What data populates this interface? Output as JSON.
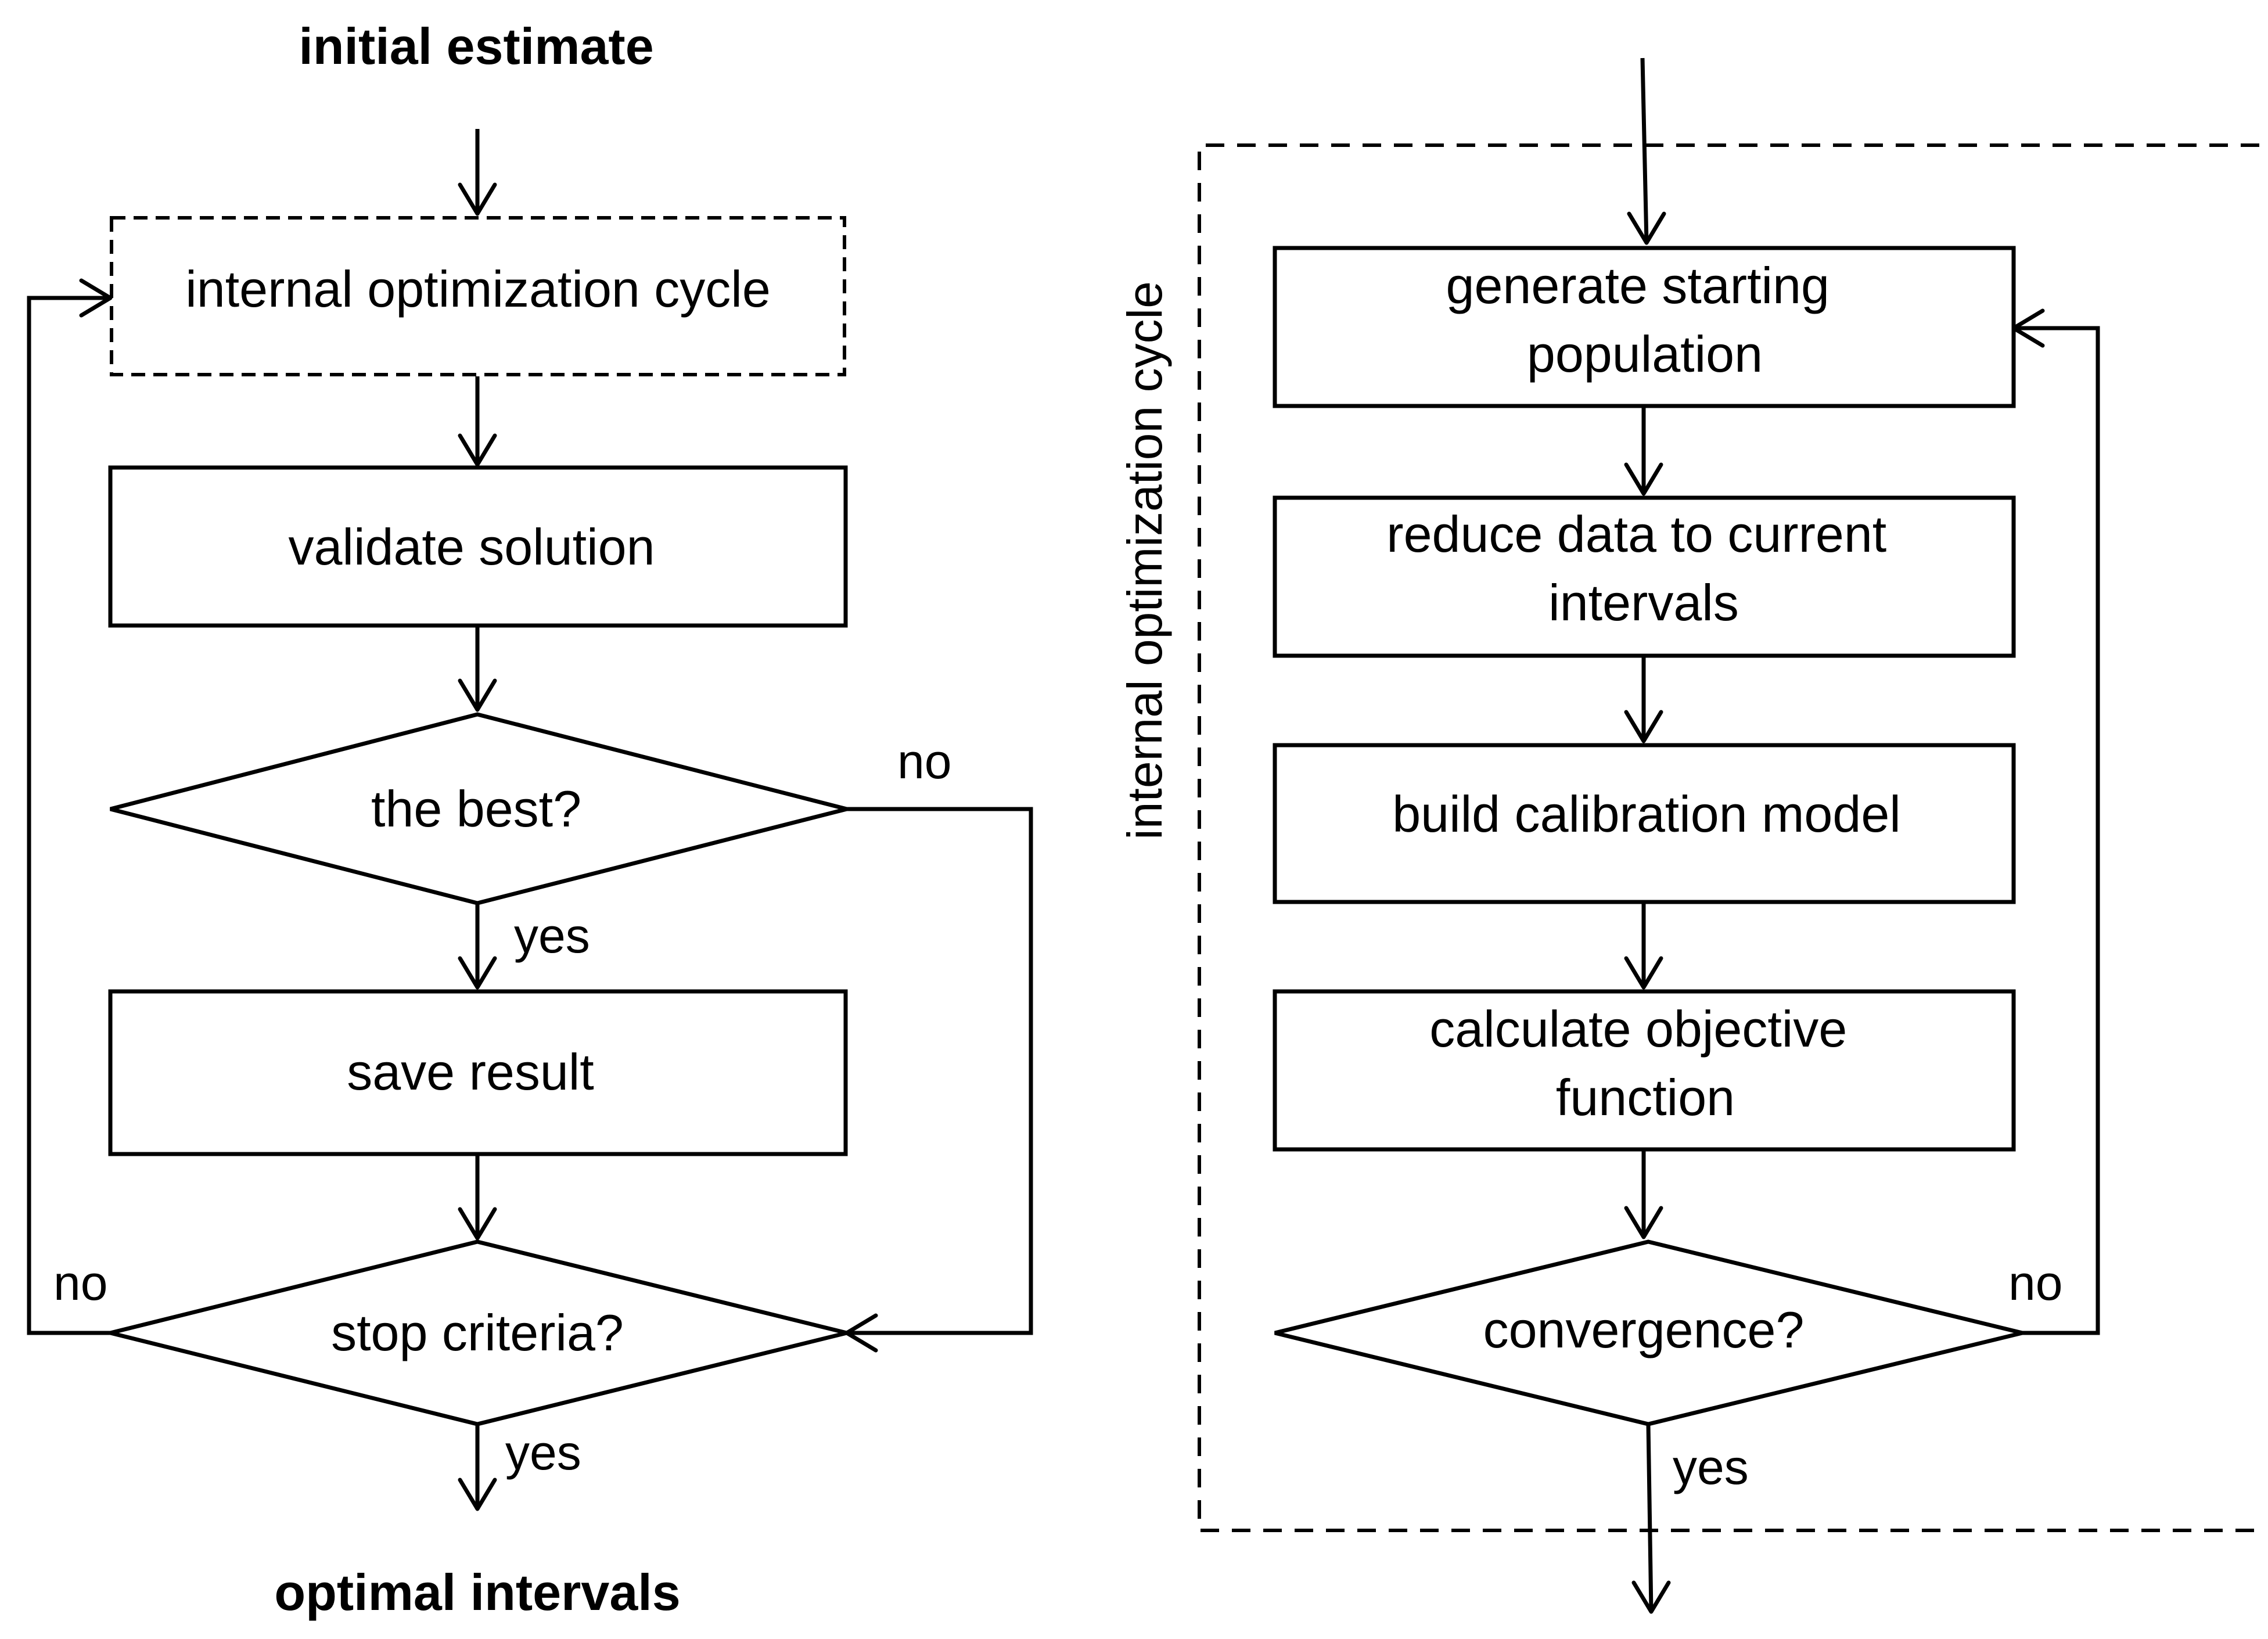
{
  "left_flow": {
    "start_label": "initial estimate",
    "end_label": "optimal intervals",
    "nodes": {
      "internal_cycle": "internal optimization cycle",
      "validate": "validate solution",
      "best_decision": "the best?",
      "save": "save result",
      "stop_decision": "stop criteria?"
    },
    "edge_labels": {
      "best_yes": "yes",
      "best_no": "no",
      "stop_yes": "yes",
      "stop_no": "no"
    }
  },
  "right_flow": {
    "frame_label": "internal optimization cycle",
    "nodes": {
      "generate": [
        "generate starting",
        "population"
      ],
      "reduce": [
        "reduce data to current",
        "intervals"
      ],
      "build": "build calibration model",
      "calculate": [
        "calculate objective",
        "function"
      ],
      "convergence_decision": "convergence?"
    },
    "edge_labels": {
      "convergence_yes": "yes",
      "convergence_no": "no"
    }
  },
  "colors": {
    "stroke": "#000000",
    "background": "#ffffff"
  }
}
